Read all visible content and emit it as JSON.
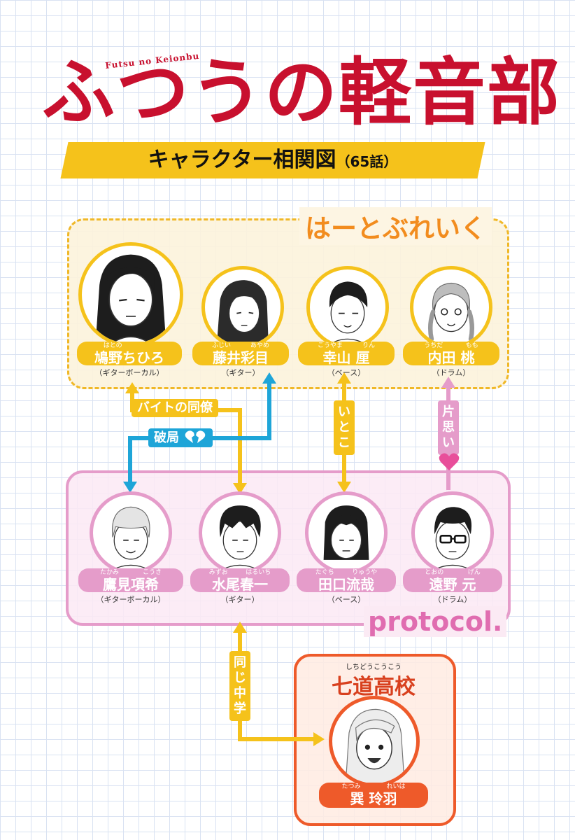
{
  "title": {
    "romaji": "Futsu no Keionbu",
    "logo": "ふつうの軽音部",
    "subtitle": "キャラクター相関図",
    "episode": "（65話）"
  },
  "groups": {
    "heartbreak": "はーとぶれいく",
    "protocol": "protocol.",
    "school_ruby": "しちどうこうこう",
    "school": "七道高校"
  },
  "characters": {
    "chihiro": {
      "ruby": [
        "はとの",
        ""
      ],
      "name": "鳩野ちひろ",
      "role": "（ギターボーカル）"
    },
    "ayame": {
      "ruby": [
        "ふじい",
        "あやめ"
      ],
      "name": "藤井彩目",
      "role": "（ギター）"
    },
    "rin": {
      "ruby": [
        "こうやま",
        "りん"
      ],
      "name": "幸山 厘",
      "role": "（ベース）"
    },
    "momo": {
      "ruby": [
        "うちだ",
        "もも"
      ],
      "name": "内田 桃",
      "role": "（ドラム）"
    },
    "kouki": {
      "ruby": [
        "たかみ",
        "こうき"
      ],
      "name": "鷹見項希",
      "role": "（ギターボーカル）"
    },
    "haruichi": {
      "ruby": [
        "みずお",
        "はるいち"
      ],
      "name": "水尾春一",
      "role": "（ギター）"
    },
    "ryuya": {
      "ruby": [
        "たぐち",
        "りゅうや"
      ],
      "name": "田口流哉",
      "role": "（ベース）"
    },
    "gen": {
      "ruby": [
        "とおの",
        "げん"
      ],
      "name": "遠野 元",
      "role": "（ドラム）"
    },
    "reiha": {
      "ruby": [
        "たつみ",
        "れいは"
      ],
      "name": "巽 玲羽"
    }
  },
  "relations": {
    "coworkers": "バイトの同僚",
    "breakup": "破局",
    "cousins": "いとこ",
    "crush": "片思い",
    "same_middle_school": "同じ中学"
  },
  "icons": {
    "broken_heart": "broken-heart-icon",
    "heart": "heart-icon"
  },
  "colors": {
    "title_red": "#c8102e",
    "heartbreak_yellow": "#f5c21b",
    "heartbreak_orange": "#f28c1e",
    "protocol_pink": "#e59cca",
    "school_orange": "#ee5a2a",
    "breakup_blue": "#1ea5d8"
  }
}
